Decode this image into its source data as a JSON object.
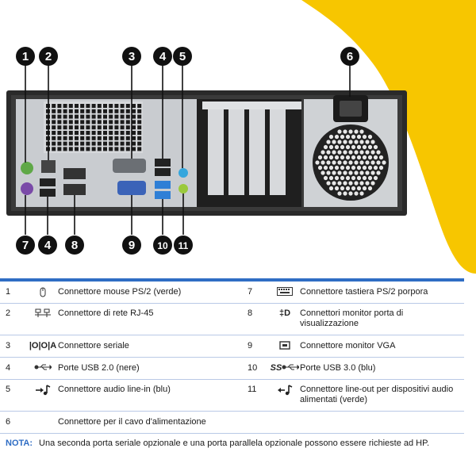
{
  "callouts": [
    "1",
    "2",
    "3",
    "4",
    "5",
    "6",
    "7",
    "4",
    "8",
    "9",
    "10",
    "11"
  ],
  "rows": [
    {
      "left": {
        "num": "1",
        "icon": "mouse-icon",
        "label": "Connettore mouse PS/2 (verde)"
      },
      "right": {
        "num": "7",
        "icon": "keyboard-icon",
        "label": "Connettore tastiera PS/2 porpora"
      }
    },
    {
      "left": {
        "num": "2",
        "icon": "network-icon",
        "label": "Connettore di rete RJ-45"
      },
      "right": {
        "num": "8",
        "icon": "displayport-icon",
        "icon_text": "‡D",
        "label": "Connettori monitor porta di visualizzazione"
      }
    },
    {
      "left": {
        "num": "3",
        "icon": "serial-icon",
        "icon_text": "|O|O|A",
        "label": "Connettore seriale"
      },
      "right": {
        "num": "9",
        "icon": "vga-icon",
        "label": "Connettore monitor VGA"
      }
    },
    {
      "left": {
        "num": "4",
        "icon": "usb-icon",
        "label": "Porte USB 2.0 (nere)"
      },
      "right": {
        "num": "10",
        "icon": "usb-ss-icon",
        "icon_text": "SS",
        "label": "Porte USB 3.0 (blu)"
      }
    },
    {
      "left": {
        "num": "5",
        "icon": "line-in-icon",
        "label": "Connettore audio line-in (blu)"
      },
      "right": {
        "num": "11",
        "icon": "line-out-icon",
        "label": "Connettore line-out per dispositivi audio alimentati (verde)"
      }
    },
    {
      "left": {
        "num": "6",
        "icon": "",
        "label": "Connettore per il cavo d'alimentazione"
      },
      "right": {
        "num": "",
        "icon": "",
        "label": ""
      }
    }
  ],
  "note": {
    "key": "NOTA:",
    "text": "Una seconda porta seriale opzionale e una porta parallela opzionale possono essere richieste ad HP."
  },
  "colors": {
    "accent": "#2f6dc4",
    "yellow": "#f7c600",
    "ps2_green": "#5fa847",
    "ps2_purple": "#7a4aa8",
    "usb3_blue": "#2f7fd6",
    "audio_blue": "#35a6dd",
    "audio_green": "#9ac93c"
  }
}
